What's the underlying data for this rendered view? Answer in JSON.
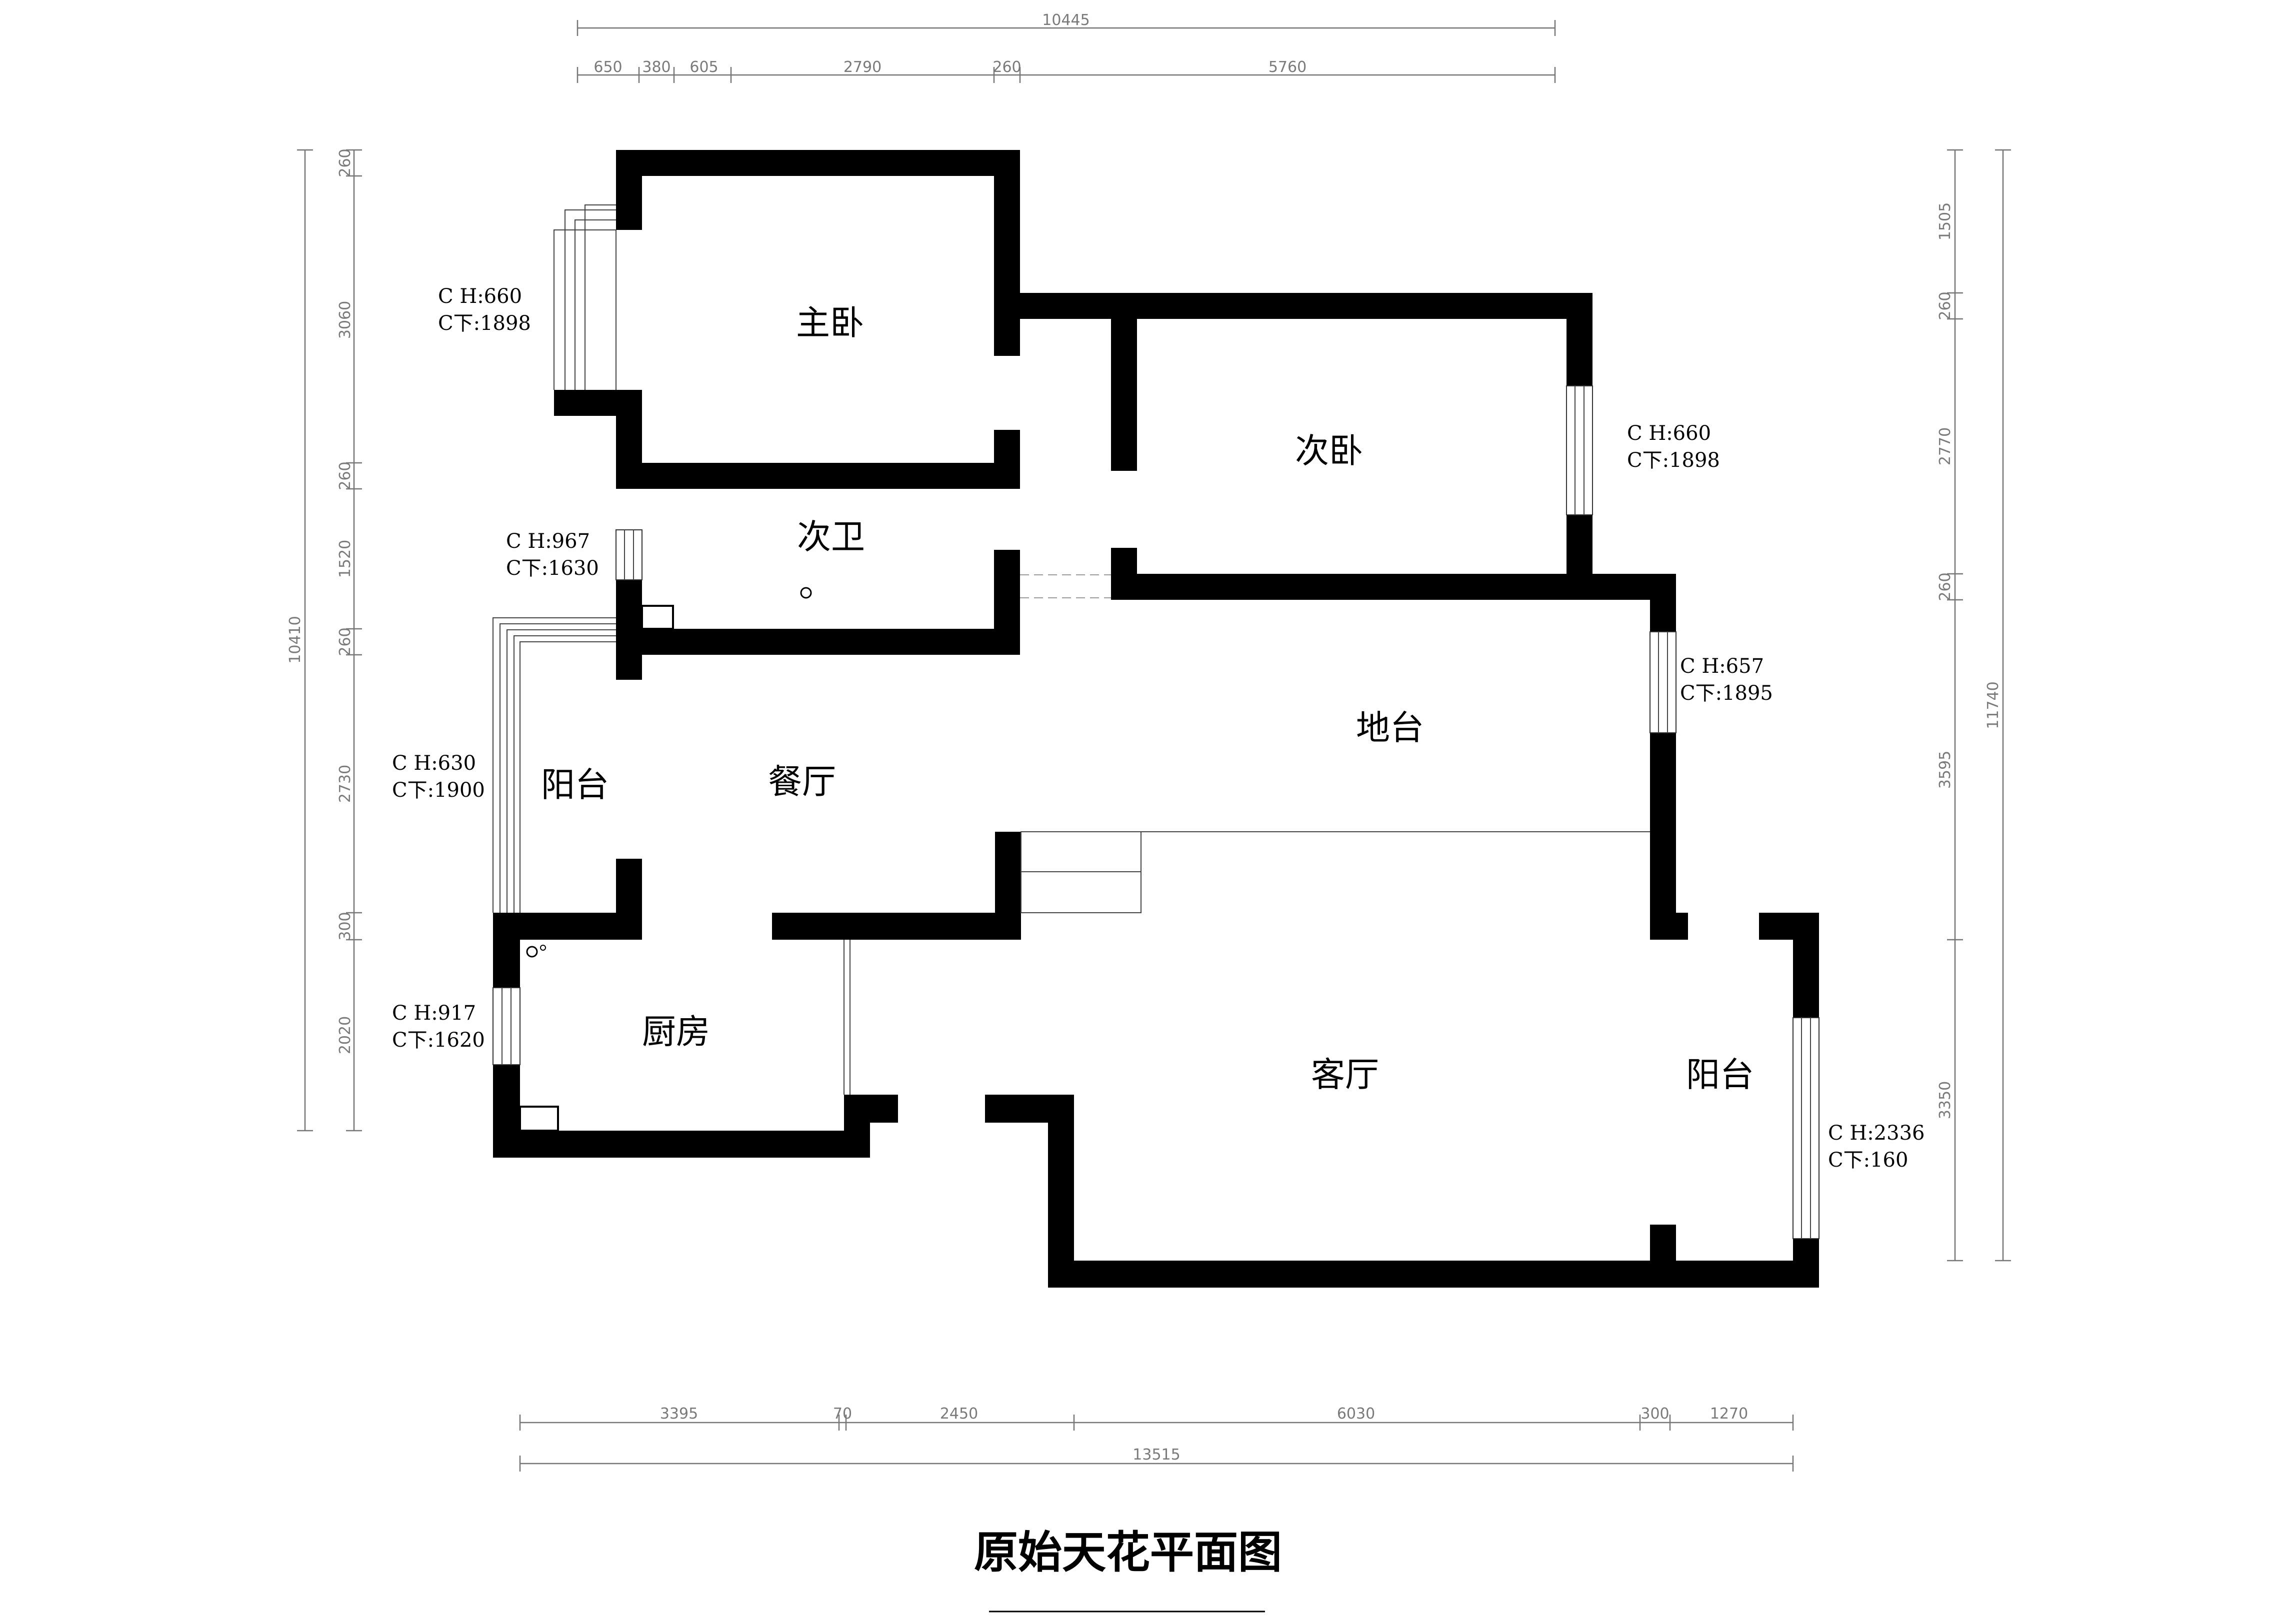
{
  "title": "原始天花平面图",
  "rooms": {
    "master_bedroom": "主卧",
    "second_bedroom": "次卧",
    "second_bathroom": "次卫",
    "landing_area": "地台",
    "dining_room": "餐厅",
    "balcony_west": "阳台",
    "kitchen": "厨房",
    "living_room": "客厅",
    "balcony_east": "阳台"
  },
  "window_labels": {
    "master": {
      "h": "C H:660",
      "sill": "C下:1898"
    },
    "second_bedroom": {
      "h": "C H:660",
      "sill": "C下:1898"
    },
    "bathroom": {
      "h": "C H:967",
      "sill": "C下:1630"
    },
    "dining_east": {
      "h": "C H:657",
      "sill": "C下:1895"
    },
    "balcony_west": {
      "h": "C H:630",
      "sill": "C下:1900"
    },
    "kitchen": {
      "h": "C H:917",
      "sill": "C下:1620"
    },
    "balcony_east": {
      "h": "C H:2336",
      "sill": "C下:160"
    }
  },
  "dimensions": {
    "top_total": "10445",
    "top_segments": [
      "650",
      "380",
      "605",
      "2790",
      "260",
      "5760"
    ],
    "bottom_segments": [
      "3395",
      "70",
      "2450",
      "6030",
      "300",
      "1270"
    ],
    "bottom_total": "13515",
    "left_segments": [
      "260",
      "3060",
      "260",
      "1520",
      "260",
      "2730",
      "300",
      "2020"
    ],
    "left_total": "10410",
    "right_segments": [
      "1505",
      "260",
      "2770",
      "260",
      "3595",
      "3350"
    ],
    "right_total": "11740"
  }
}
